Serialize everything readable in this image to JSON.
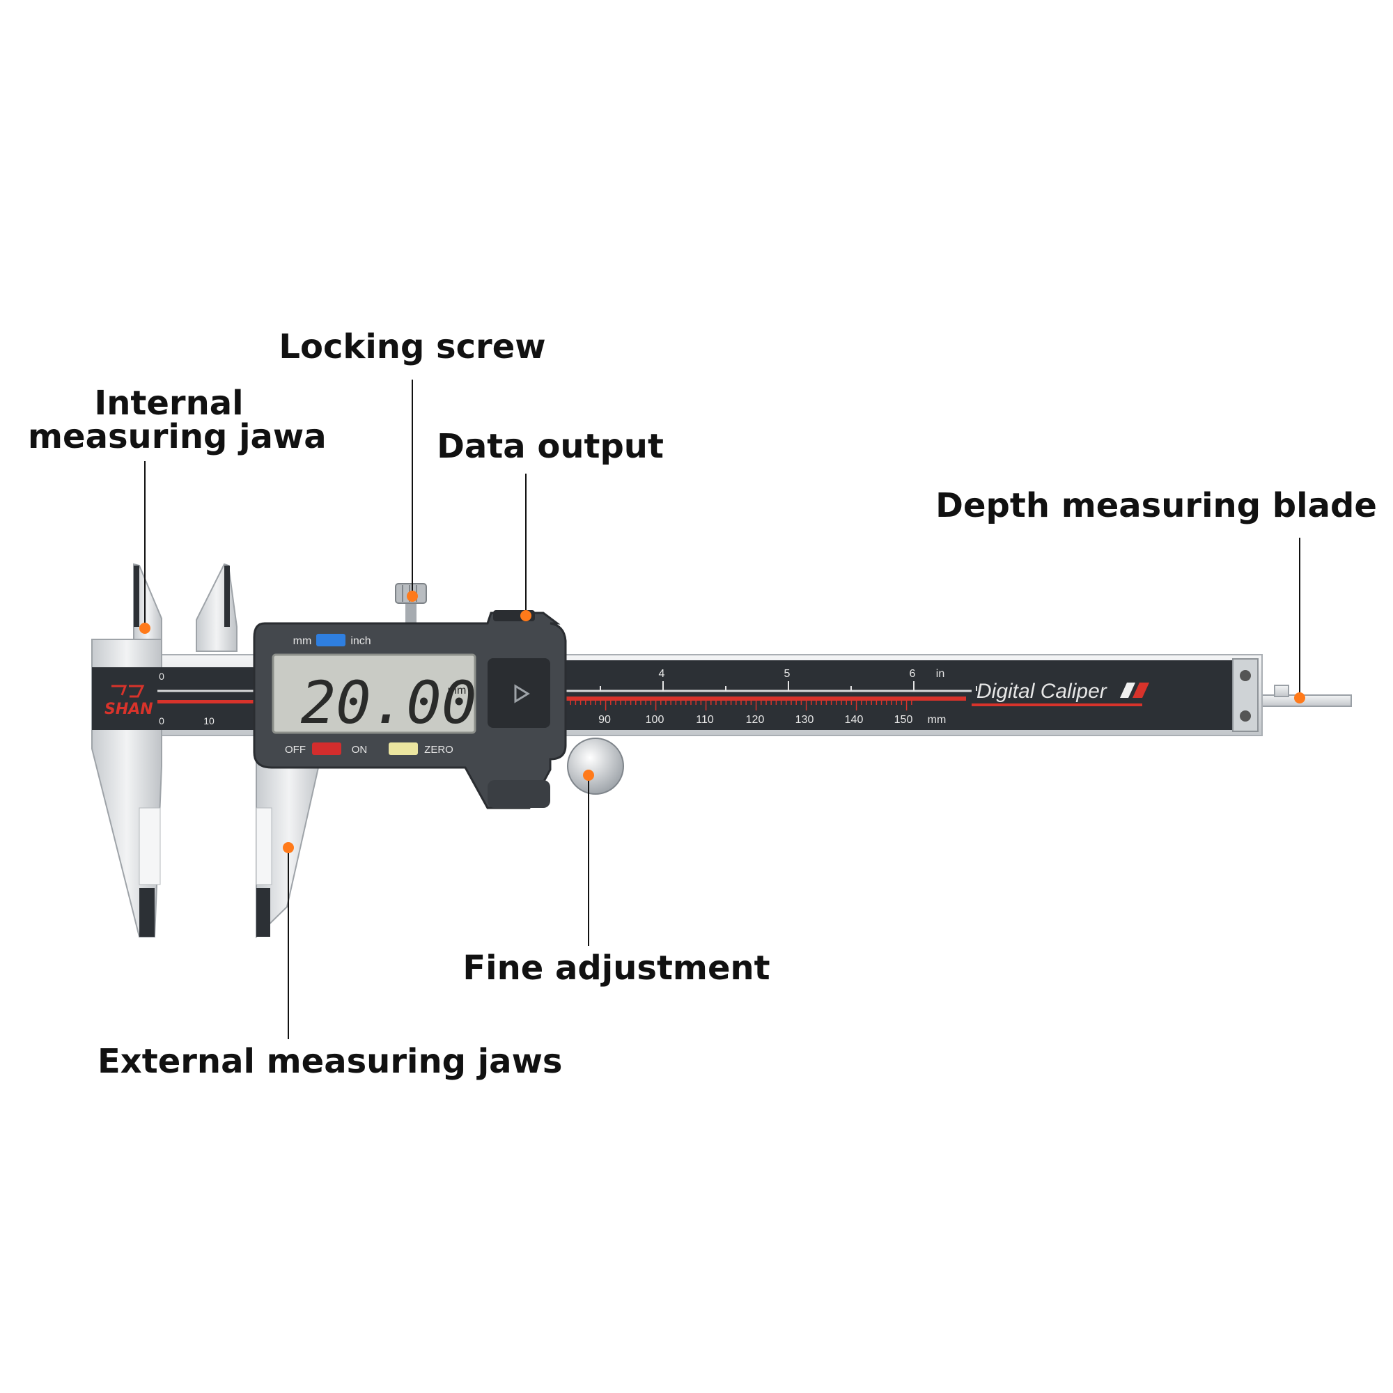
{
  "labels": {
    "internal_jaws_line1": "Internal",
    "internal_jaws_line2": "measuring jawa",
    "locking_screw": "Locking screw",
    "data_output": "Data output",
    "depth_blade": "Depth measuring blade",
    "fine_adjustment": "Fine adjustment",
    "external_jaws": "External measuring jaws"
  },
  "caliper": {
    "brand": "SHAN",
    "product_name": "Digital Caliper",
    "display_value": "20.00",
    "display_unit": "mm",
    "unit_toggle_left": "mm",
    "unit_toggle_right": "inch",
    "button_off": "OFF",
    "button_on": "ON",
    "button_zero": "ZERO",
    "inch_ticks": [
      "4",
      "5",
      "6"
    ],
    "inch_unit": "in",
    "mm_ticks": [
      "90",
      "100",
      "110",
      "120",
      "130",
      "140",
      "150"
    ],
    "mm_unit": "mm",
    "jaw_scale_top": "0",
    "jaw_scale_bottom": [
      "0",
      "10"
    ]
  },
  "colors": {
    "marker": "#ff7a1a",
    "beam": "#2c3035",
    "red_stripe": "#d8332b",
    "steel": "#dfe2e5",
    "lcd": "#c9cbc5",
    "btn_unit": "#2f7fe0",
    "btn_power": "#d42d2d",
    "btn_zero": "#ece6a0"
  }
}
